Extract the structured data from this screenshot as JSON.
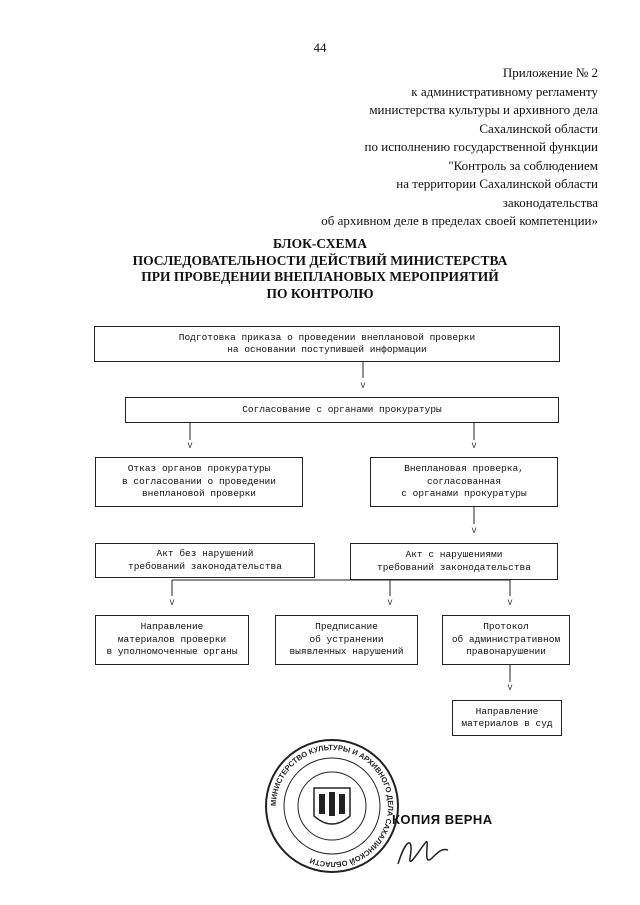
{
  "page_number": "44",
  "appendix": {
    "lines": [
      "Приложение № 2",
      "к административному регламенту",
      "министерства культуры и архивного дела",
      "Сахалинской области",
      "по исполнению государственной функции",
      "\"Контроль за соблюдением",
      "на территории Сахалинской области",
      "законодательства",
      "об архивном деле в пределах своей компетенции»"
    ]
  },
  "title": {
    "lines": [
      "БЛОК-СХЕМА",
      "ПОСЛЕДОВАТЕЛЬНОСТИ ДЕЙСТВИЙ МИНИСТЕРСТВА",
      "ПРИ ПРОВЕДЕНИИ ВНЕПЛАНОВЫХ МЕРОПРИЯТИЙ",
      "ПО КОНТРОЛЮ"
    ]
  },
  "flow": {
    "arrow_glyph": "V",
    "boxes": {
      "order": [
        "Подготовка приказа о проведении внеплановой проверки",
        "на основании поступившей информации"
      ],
      "agree": [
        "Согласование с органами прокуратуры"
      ],
      "refusal": [
        "Отказ органов прокуратуры",
        "в согласовании о проведении",
        "внеплановой проверки"
      ],
      "unplanned": [
        "Внеплановая проверка,",
        "согласованная",
        "с органами прокуратуры"
      ],
      "act_clean": [
        "Акт без нарушений",
        "требований законодательства"
      ],
      "act_viol": [
        "Акт с нарушениями",
        "требований законодательства"
      ],
      "send_org": [
        "Направление",
        "материалов проверки",
        "в уполномоченные органы"
      ],
      "order_fix": [
        "Предписание",
        "об устранении",
        "выявленных нарушений"
      ],
      "protocol": [
        "Протокол",
        "об административном",
        "правонарушении"
      ],
      "court": [
        "Направление",
        "материалов в суд"
      ]
    }
  },
  "stamp": {
    "label": "КОПИЯ ВЕРНА",
    "ring_text": "МИНИСТЕРСТВО КУЛЬТУРЫ И АРХИВНОГО ДЕЛА САХАЛИНСКОЙ ОБЛАСТИ"
  }
}
